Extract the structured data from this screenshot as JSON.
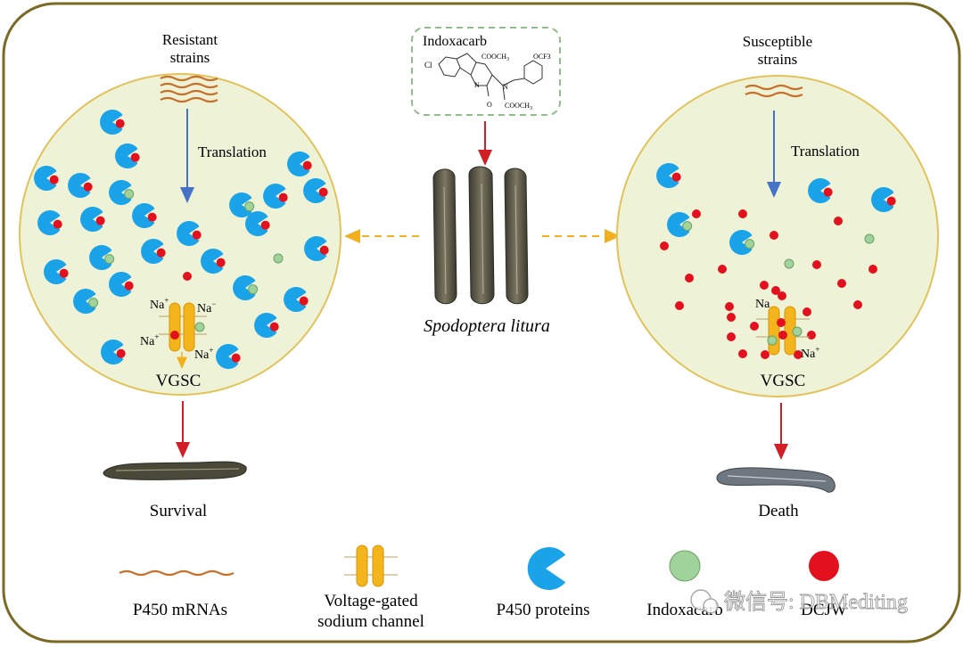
{
  "left": {
    "title_line1": "Resistant",
    "title_line2": "strains",
    "translation": "Translation",
    "vgsc": "VGSC",
    "na": "Na",
    "na_plus": "+",
    "outcome": "Survival"
  },
  "right": {
    "title_line1": "Susceptible",
    "title_line2": "strains",
    "translation": "Translation",
    "vgsc": "VGSC",
    "na": "Na",
    "na_plus": "+",
    "outcome": "Death"
  },
  "center": {
    "compound_name": "Indoxacarb",
    "chem_cl": "Cl",
    "chem_cooch3_top": "COOCH",
    "chem_ocf3": "OCF3",
    "chem_cooch3_bottom": "COOCH",
    "chem_sub3": "3",
    "chem_n1": "N",
    "chem_n2": "N",
    "chem_o": "O",
    "species": "Spodoptera litura"
  },
  "legend": {
    "mrna": "P450 mRNAs",
    "vgsc_line1": "Voltage-gated",
    "vgsc_line2": "sodium channel",
    "p450": "P450 proteins",
    "indoxacarb": "Indoxacarb",
    "dcjw": "DCJW"
  },
  "watermark": "微信号: DBMediting",
  "colors": {
    "border": "#7a6a24",
    "circle_fill": "#eef3d8",
    "circle_stroke": "#e2c25a",
    "p450_blue": "#1aa3e8",
    "indoxacarb_green": "#9fd39a",
    "dcjw_red": "#e3101e",
    "vgsc_orange": "#f4b51c",
    "mrna_brown": "#c8702a",
    "arrow_blue": "#4472c4",
    "arrow_red": "#d21f26",
    "dash_orange": "#f0b020",
    "dash_green": "#8fbe8a"
  }
}
